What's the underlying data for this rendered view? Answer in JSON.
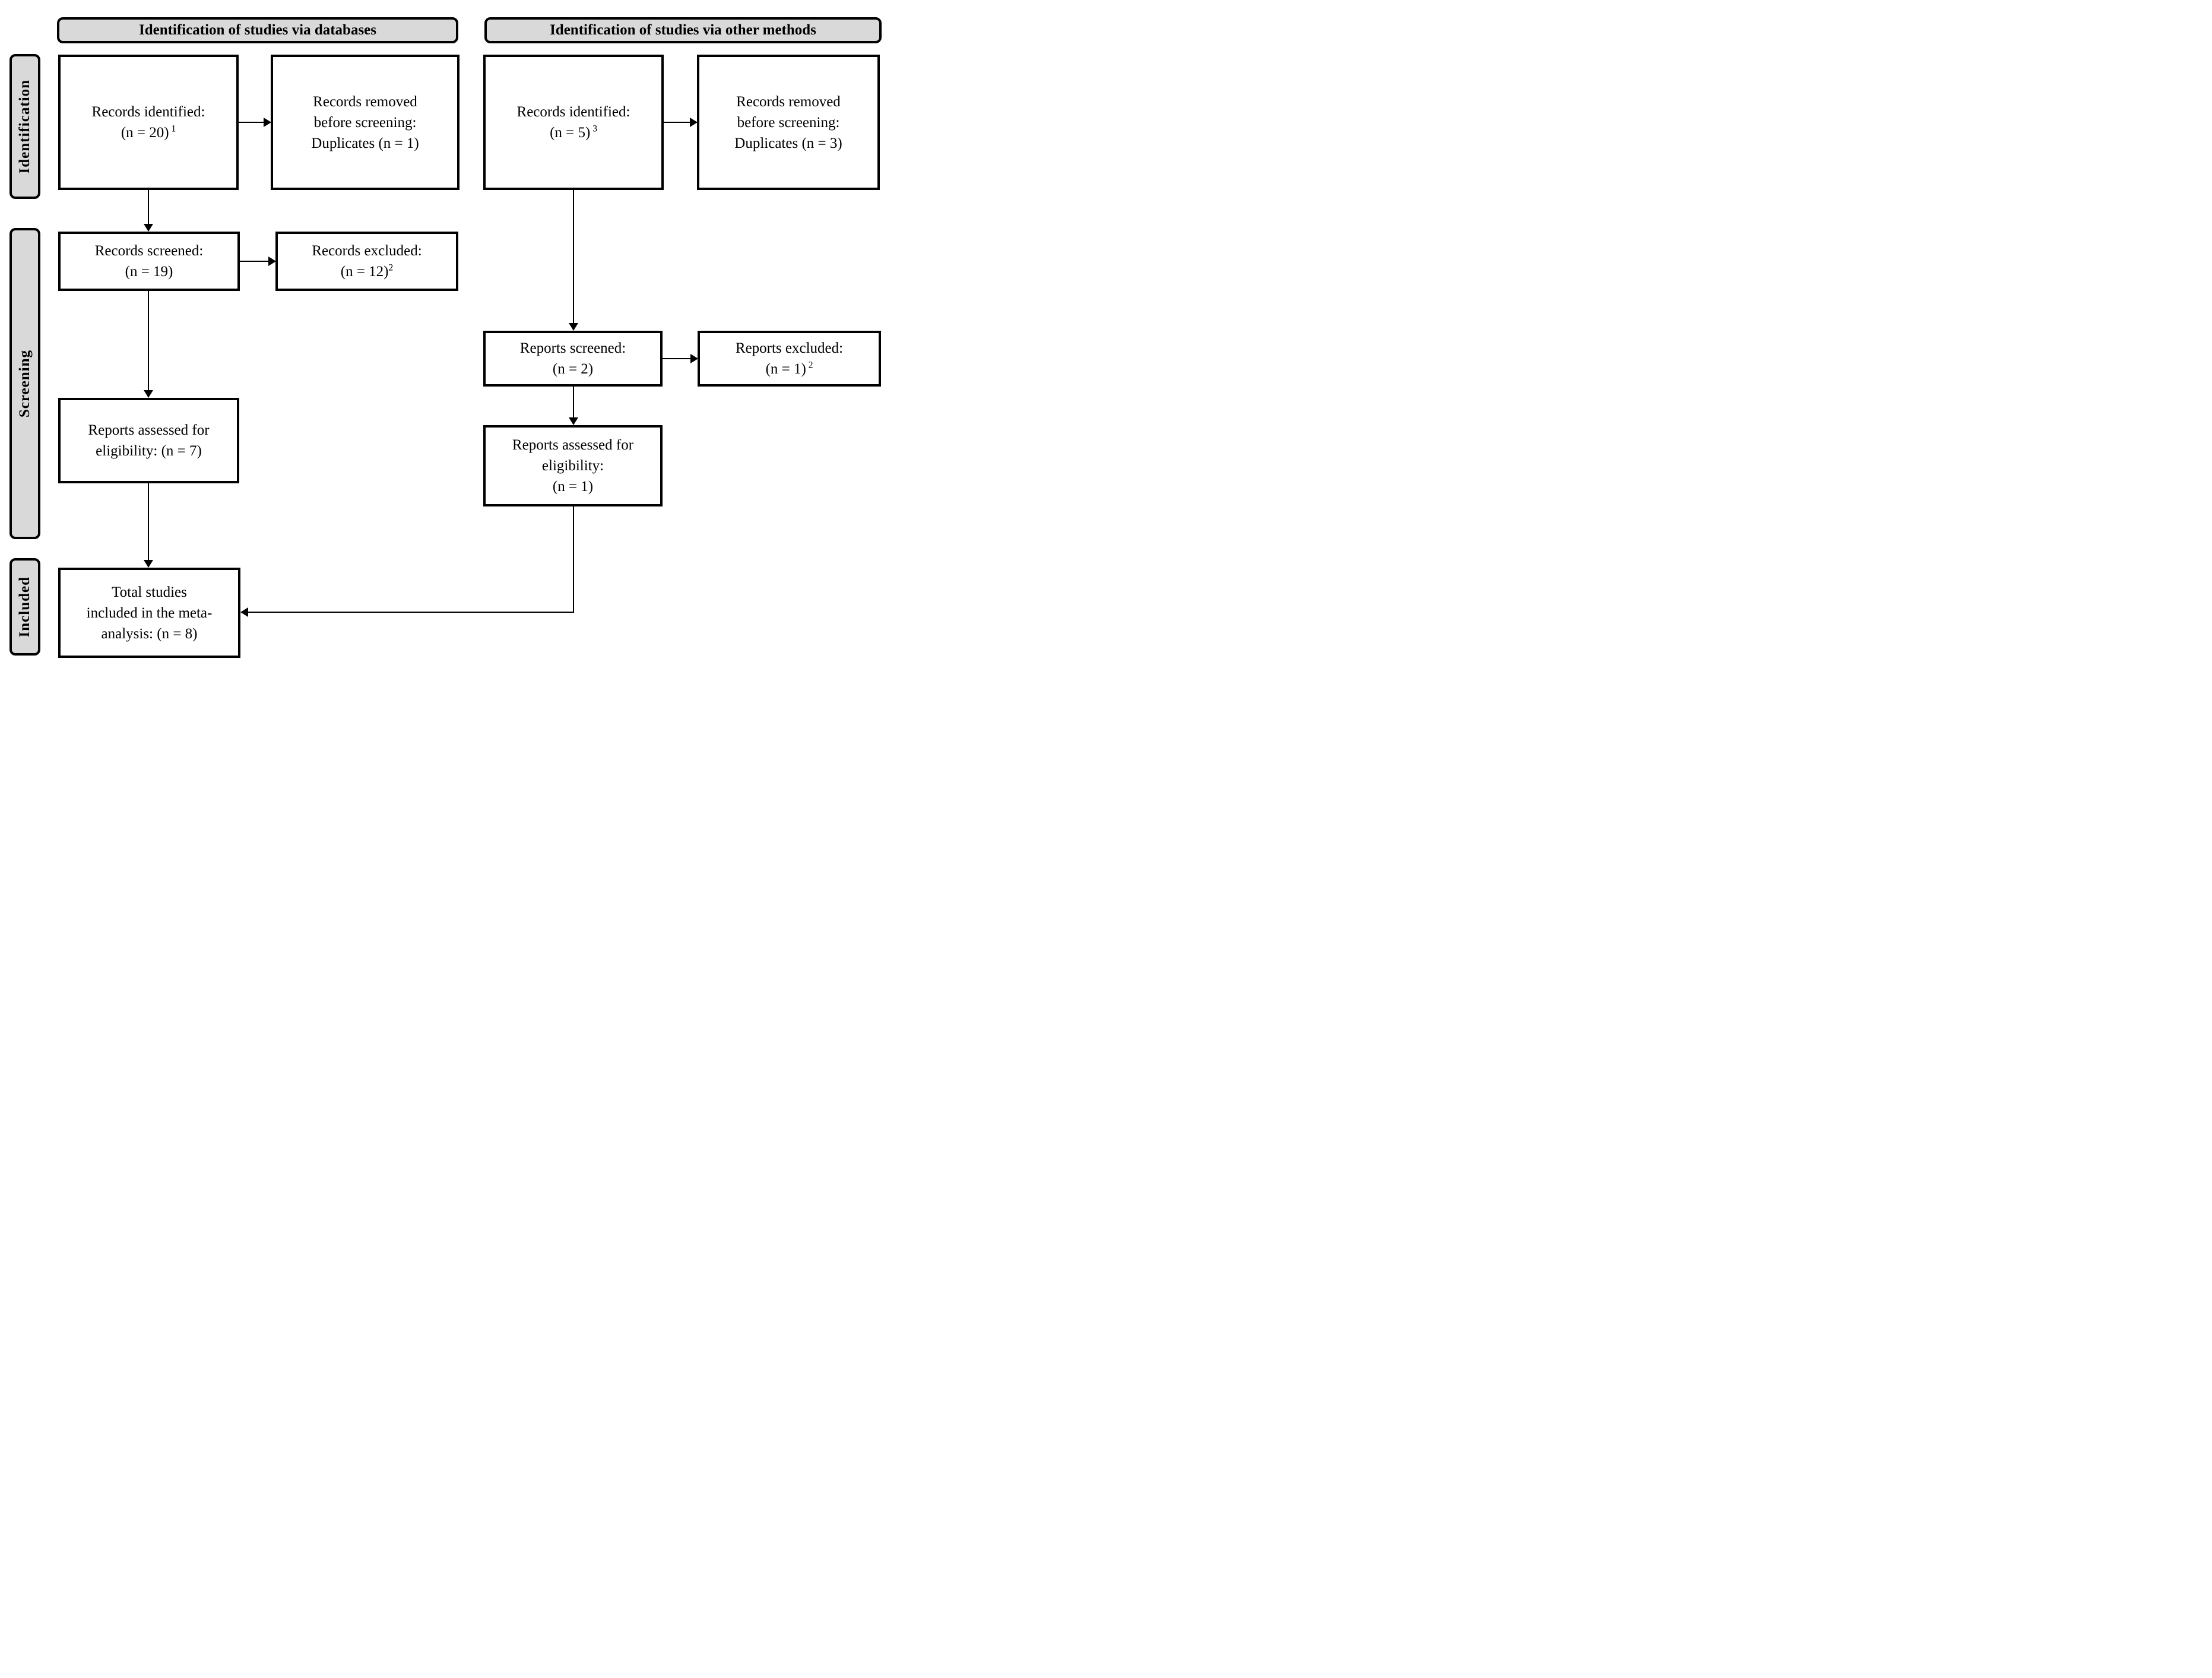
{
  "colors": {
    "label_fill": "#d9d9d9",
    "box_border": "#000000",
    "background": "#ffffff"
  },
  "headers": {
    "databases": "Identification of studies via databases",
    "other_methods": "Identification of studies via other methods"
  },
  "stages": {
    "identification": "Identification",
    "screening": "Screening",
    "included": "Included"
  },
  "boxes": {
    "db_identified": {
      "lines": [
        "Records identified:",
        "(n = 20)"
      ],
      "sup": " 1"
    },
    "db_removed": {
      "lines": [
        "Records removed",
        "before screening:",
        "Duplicates (n = 1)"
      ]
    },
    "db_screened": {
      "lines": [
        "Records screened:",
        "(n = 19)"
      ]
    },
    "db_excluded": {
      "lines": [
        "Records excluded:",
        "(n = 12)"
      ],
      "sup": "2"
    },
    "db_assessed": {
      "lines": [
        "Reports assessed for",
        "eligibility: (n = 7)"
      ]
    },
    "total_included": {
      "lines": [
        "Total studies",
        "included in the meta-",
        "analysis: (n = 8)"
      ]
    },
    "om_identified": {
      "lines": [
        "Records identified:",
        "(n = 5)"
      ],
      "sup": " 3"
    },
    "om_removed": {
      "lines": [
        "Records removed",
        "before screening:",
        "Duplicates (n = 3)"
      ]
    },
    "om_screened": {
      "lines": [
        "Reports screened:",
        "(n = 2)"
      ]
    },
    "om_excluded": {
      "lines": [
        "Reports excluded:",
        "(n = 1)"
      ],
      "sup": " 2"
    },
    "om_assessed": {
      "lines": [
        "Reports assessed for",
        "eligibility:",
        "(n = 1)"
      ]
    }
  }
}
